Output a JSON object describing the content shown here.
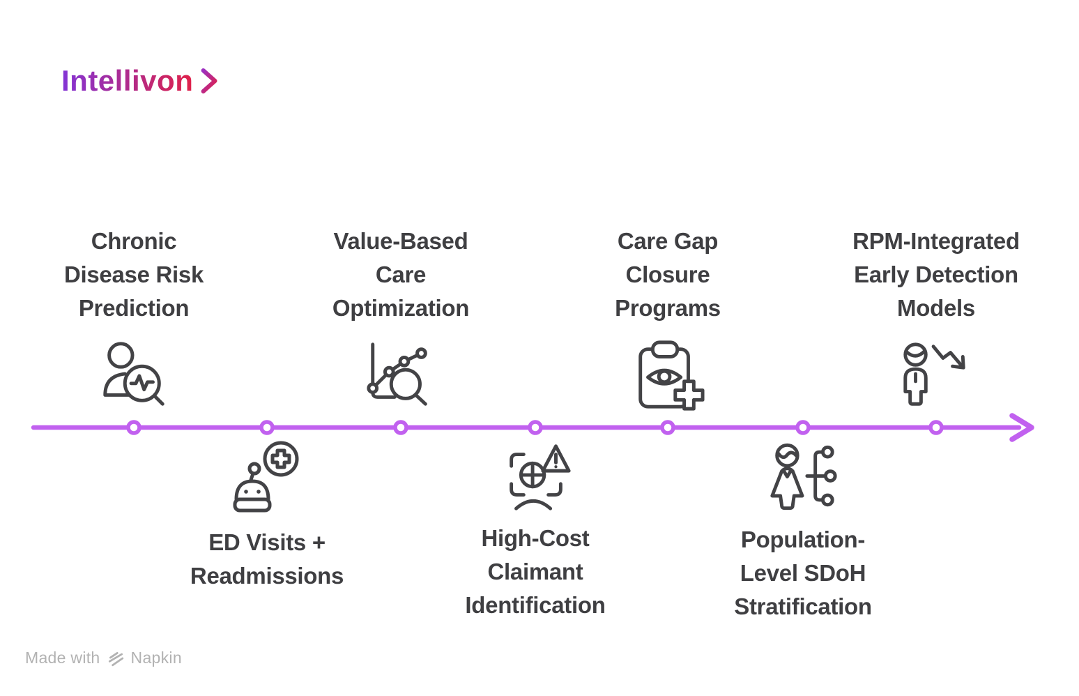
{
  "brand": {
    "name": "Intellivon",
    "chevron_icon": "right-chevron-icon"
  },
  "colors": {
    "accent_purple": "#c161ef",
    "title_text": "#3f3f42",
    "icon_stroke": "#434346",
    "footer_text": "#b2b2b2",
    "logo_gradient_start": "#8334d6",
    "logo_gradient_end": "#e02149"
  },
  "timeline": {
    "direction": "left-to-right-arrow",
    "node_count": 7,
    "items_top": [
      {
        "label": "Chronic\nDisease Risk\nPrediction",
        "icon": "person-risk-magnifier-icon"
      },
      {
        "label": "Value-Based\nCare\nOptimization",
        "icon": "chart-trend-magnifier-icon"
      },
      {
        "label": "Care Gap\nClosure\nPrograms",
        "icon": "clipboard-eye-plus-icon"
      },
      {
        "label": "RPM-Integrated\nEarly Detection\nModels",
        "icon": "person-decline-arrow-icon"
      }
    ],
    "items_bottom": [
      {
        "label": "ED Visits +\nReadmissions",
        "icon": "robot-medical-cross-icon"
      },
      {
        "label": "High-Cost\nClaimant\nIdentification",
        "icon": "face-scan-warning-icon"
      },
      {
        "label": "Population-\nLevel SDoH\nStratification",
        "icon": "person-branching-icon"
      }
    ]
  },
  "footer": {
    "made_with": "Made with",
    "brand": "Napkin"
  }
}
